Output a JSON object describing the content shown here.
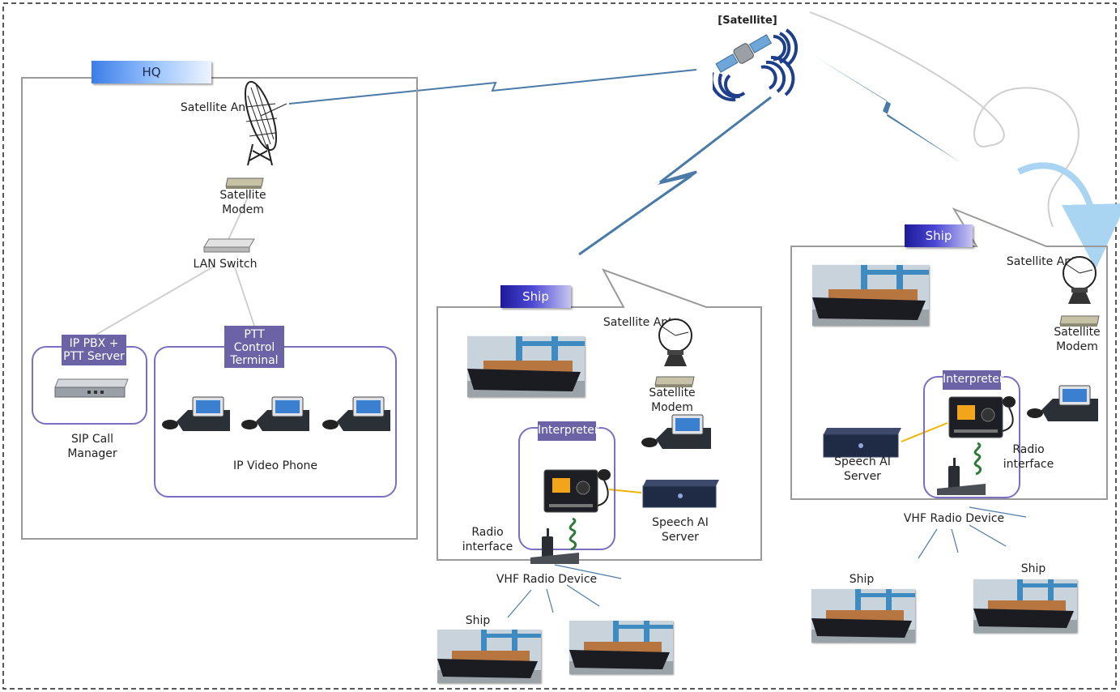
{
  "satellite": {
    "label": "[Satellite]"
  },
  "hq": {
    "tab": "HQ",
    "satellite_ant": "Satellite Ant.",
    "satellite_modem": [
      "Satellite",
      "Modem"
    ],
    "lan_switch": "LAN Switch",
    "ip_pbx": [
      "IP PBX  +",
      "PTT Server"
    ],
    "sip_call_manager": [
      "SIP Call",
      "Manager"
    ],
    "ptt_control_terminal": [
      "PTT",
      "Control",
      "Terminal"
    ],
    "ip_video_phone": "IP Video Phone"
  },
  "ship_a": {
    "tab": "Ship",
    "satellite_ant": "Satellite Ant.",
    "satellite_modem": [
      "Satellite",
      "Modem"
    ],
    "interpreter": "Interpreter",
    "speech_ai_server": [
      "Speech AI",
      "Server"
    ],
    "radio_interface": [
      "Radio",
      "interface"
    ],
    "vhf_radio_device": "VHF Radio Device",
    "ship_label": "Ship"
  },
  "ship_b": {
    "tab": "Ship",
    "satellite_ant": "Satellite Ant.",
    "satellite_modem": [
      "Satellite",
      "Modem"
    ],
    "interpreter": "Interpreter",
    "speech_ai_server": [
      "Speech AI",
      "Server"
    ],
    "radio_interface": [
      "Radio",
      "interface"
    ],
    "vhf_radio_device": "VHF Radio Device",
    "ship_label_left": "Ship",
    "ship_label_right": "Ship"
  },
  "colors": {
    "link": "#4a7aa8",
    "frame_gray": "#9a9a9a",
    "group_border": "#7a6fc0",
    "tag_purple": "#6c62a6",
    "yellow_link": "#f0b400"
  }
}
